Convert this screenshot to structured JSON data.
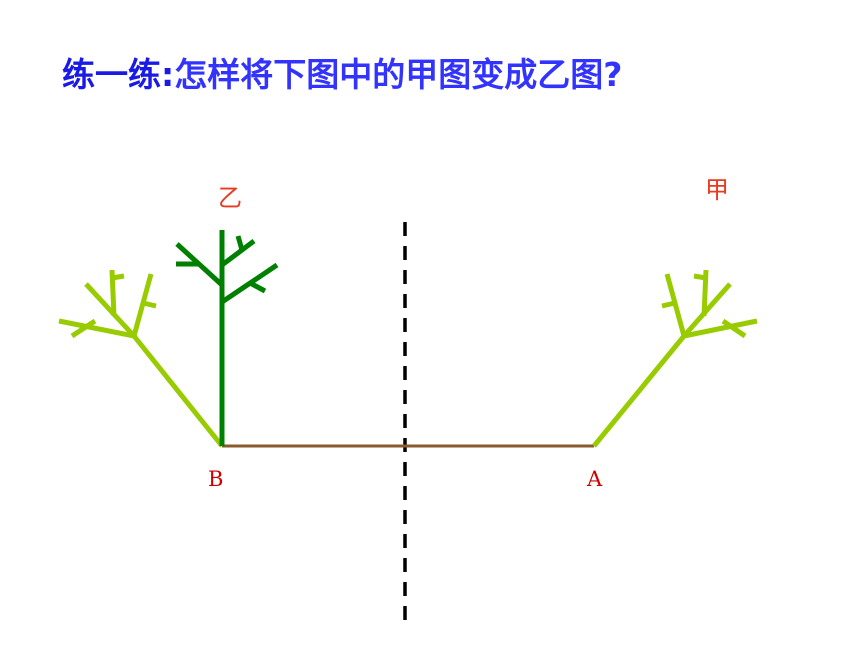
{
  "title": {
    "prefix": "练一练:",
    "question": "怎样将下图中的甲图变成乙图?",
    "prefix_color": "#1a1ae6",
    "question_color": "#3333ff"
  },
  "labels": {
    "jia": "甲",
    "yi": "乙",
    "point_a": "A",
    "point_b": "B"
  },
  "colors": {
    "label_red": "#e83a1e",
    "point_red": "#cc0000",
    "light_green": "#99cc00",
    "dark_green": "#008000",
    "base_line": "#8b5a2b",
    "axis": "#000000"
  }
}
